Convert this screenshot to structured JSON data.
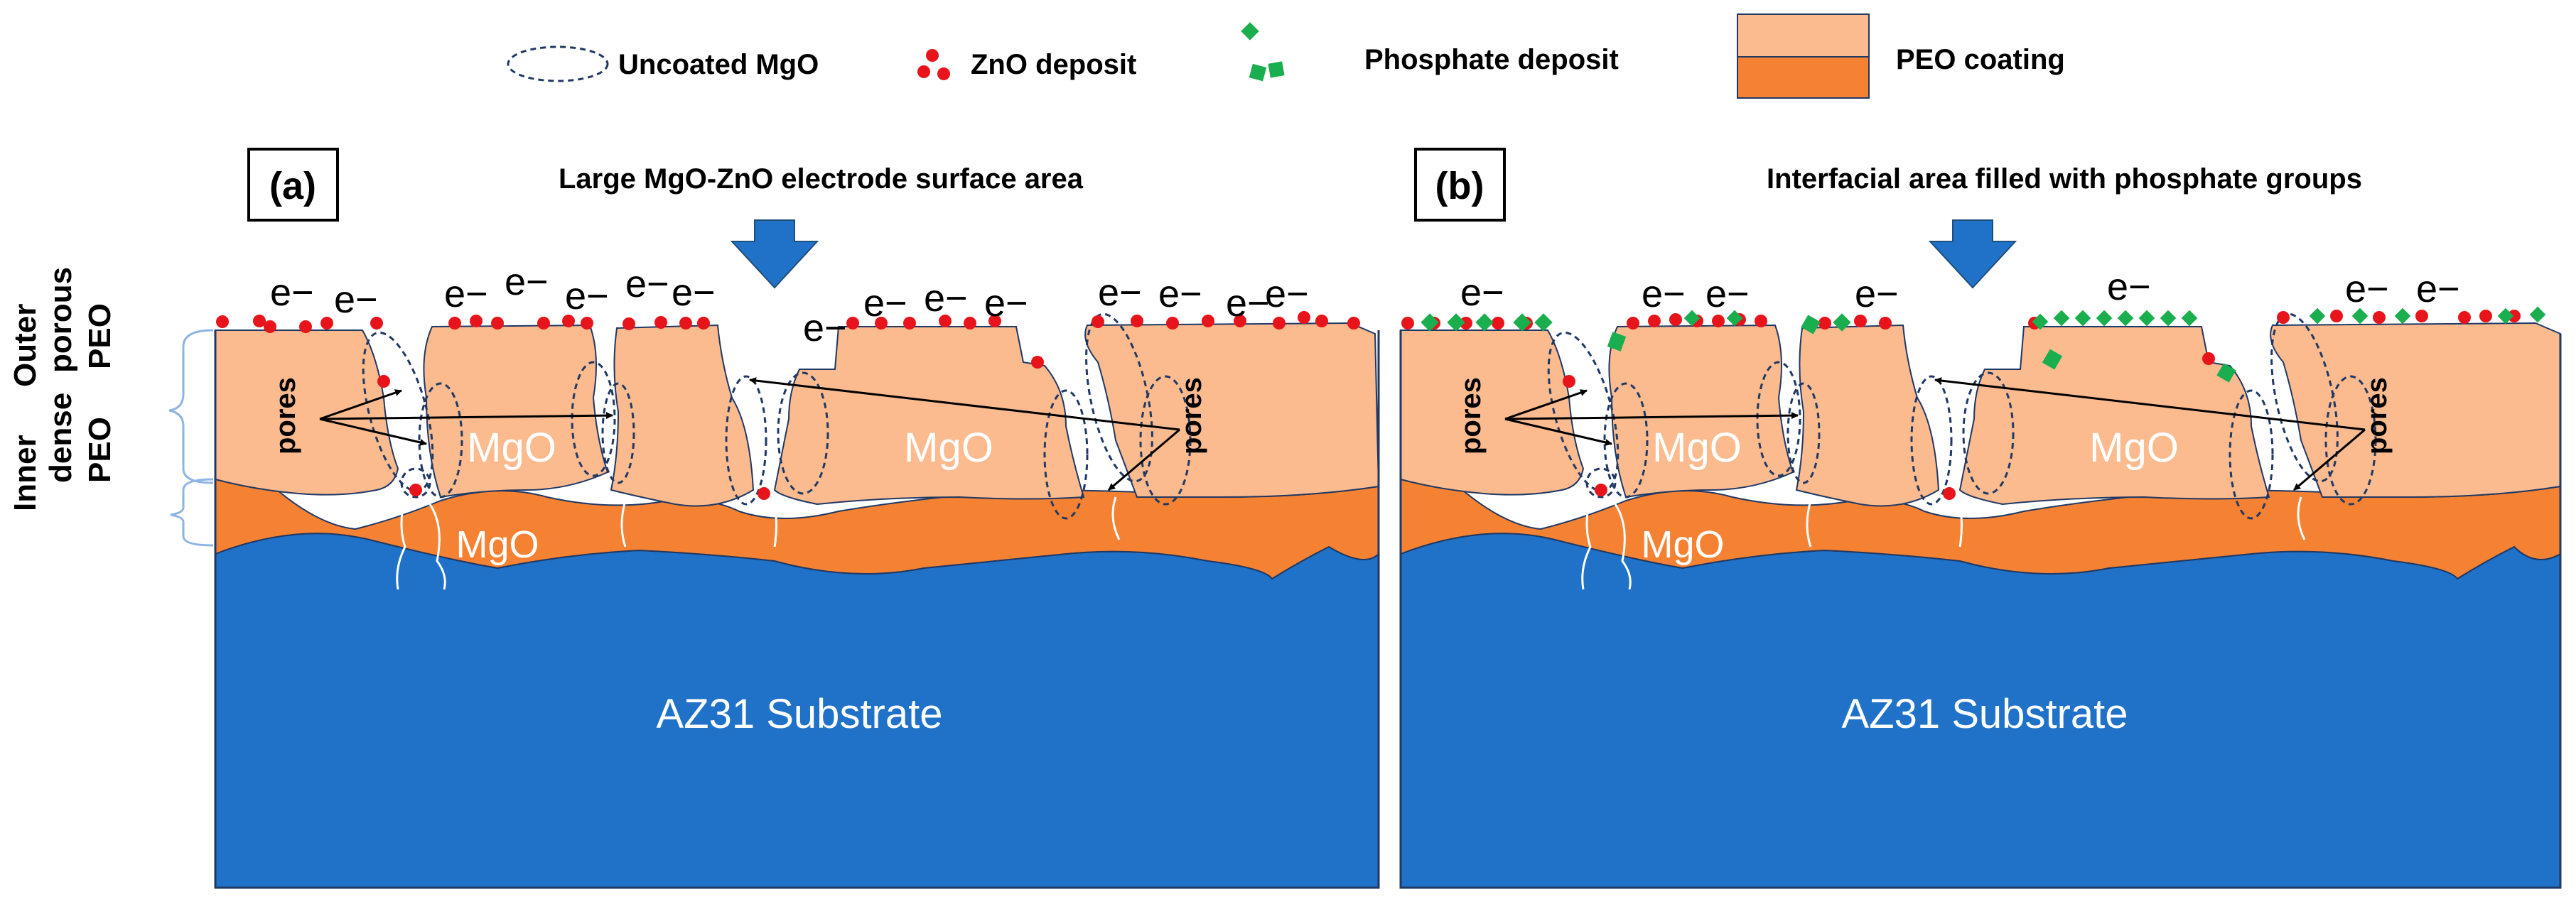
{
  "legend": {
    "uncoated": "Uncoated MgO",
    "zno": "ZnO deposit",
    "phosphate": "Phosphate deposit",
    "peo": "PEO coating"
  },
  "panel_a": {
    "label": "(a)",
    "heading": "Large MgO-ZnO electrode surface area",
    "mgo_labels": [
      "MgO",
      "MgO",
      "MgO"
    ],
    "pores": [
      "pores",
      "pores"
    ],
    "electron": "e−",
    "substrate": "AZ31 Substrate"
  },
  "panel_b": {
    "label": "(b)",
    "heading": "Interfacial area filled with phosphate groups",
    "mgo_labels": [
      "MgO",
      "MgO",
      "MgO"
    ],
    "pores": [
      "pores",
      "pores"
    ],
    "electron": "e−",
    "substrate": "AZ31 Substrate"
  },
  "side_labels": {
    "outer": "Outer",
    "porous": "porous",
    "peo_outer": "PEO",
    "inner": "Inner",
    "dense": "dense",
    "peo_inner": "PEO"
  },
  "colors": {
    "substrate": "#1F72C8",
    "inner_peo": "#F58233",
    "outer_peo": "#FBBB8F",
    "zno": "#E8141B",
    "phosphate": "#1AAE4E",
    "arrow": "#1F72C8"
  }
}
